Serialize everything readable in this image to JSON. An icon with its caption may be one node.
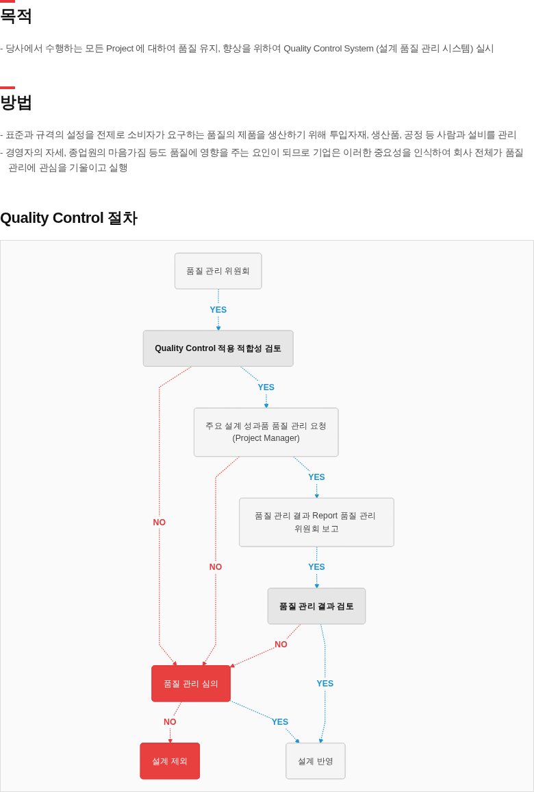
{
  "diagram": {
    "title": "Quality Control 절차",
    "nodes": [
      {
        "text": [
          "품질 관리 위원회"
        ]
      },
      {
        "text": [
          "설계 제외"
        ]
      },
      {
        "text": [
          "Quality Control 적용 적합성 검토"
        ]
      },
      {
        "text": [
          "품질 관리 심의"
        ]
      },
      {
        "text": [
          "주요 설계 성과품 품질 관리 요청",
          "(Project Manager)"
        ]
      },
      {
        "text": [
          "품질 관리 결과 Report 품질 관리 위원회 보고"
        ]
      },
      {
        "text": [
          "품질 관리 결과 검토"
        ]
      },
      {
        "text": [
          "설계 반영"
        ]
      }
    ],
    "edges": [
      {
        "from": 0,
        "to": 2,
        "arrow": "to",
        "label": "YES",
        "style": "dashed"
      },
      {
        "from": 2,
        "to": 3,
        "arrow": "to",
        "label": "NO",
        "style": "dashed",
        "color": "#e5393b"
      },
      {
        "from": 3,
        "to": 1,
        "arrow": "to",
        "label": "NO",
        "style": "dashed",
        "color": "#e5393b"
      },
      {
        "from": 2,
        "to": 4,
        "arrow": "to",
        "label": "YES",
        "style": "dashed"
      },
      {
        "from": 4,
        "to": 3,
        "arrow": "to",
        "label": "NO",
        "style": "dashed",
        "color": "#e5393b"
      },
      {
        "from": 4,
        "to": 5,
        "arrow": "to",
        "label": "YES",
        "style": "dashed"
      },
      {
        "from": 5,
        "to": 6,
        "arrow": "to",
        "label": "YES",
        "style": "dashed"
      },
      {
        "from": 6,
        "to": 3,
        "arrow": "to",
        "label": "NO",
        "style": "dashed",
        "color": "#e5393b"
      },
      {
        "from": 6,
        "to": 7,
        "arrow": "to",
        "label": "YES",
        "style": "dashed"
      },
      {
        "from": 3,
        "to": 7,
        "arrow": "to",
        "label": "YES",
        "style": "dashed"
      }
    ],
    "labels": [
      "목적",
      "- 당사에서 수행하는 모든 Project 에 대하여 품질 유지, 향상을 위하여 Quality Control System (설계 품질 관리 시스템) 실시",
      "방법",
      "- 표준과 규격의 설정을 전제로 소비자가 요구하는 품질의 제품을 생산하기 위해 투입자재, 생산품, 공정 등 사람과 설비를 관리",
      "- 경영자의 자세, 종업원의 마음가짐 등도 품질에 영향을 주는 요인이 되므로 기업은 이러한 중요성을 인식하여 회사 전체가 품질 관리에 관심을 기울이고 실행"
    ]
  }
}
